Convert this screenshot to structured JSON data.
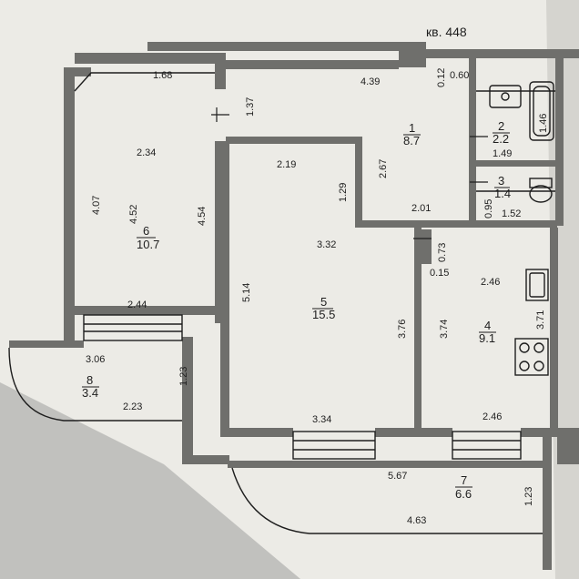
{
  "title": "кв. 448",
  "colors": {
    "paper": "#ecebe6",
    "wall": "#6f6f6c",
    "ink": "#1e1e1e",
    "shadow": "#8e8f8d"
  },
  "rooms": [
    {
      "number": "1",
      "area": "8.7"
    },
    {
      "number": "2",
      "area": "2.2"
    },
    {
      "number": "3",
      "area": "1.4"
    },
    {
      "number": "4",
      "area": "9.1"
    },
    {
      "number": "5",
      "area": "15.5"
    },
    {
      "number": "6",
      "area": "10.7"
    },
    {
      "number": "7",
      "area": "6.6"
    },
    {
      "number": "8",
      "area": "3.4"
    }
  ],
  "dimensions": [
    "1.68",
    "4.39",
    "0.12",
    "0.60",
    "1.37",
    "2.34",
    "4.07",
    "4.52",
    "4.54",
    "1.46",
    "1.49",
    "2.19",
    "1.29",
    "2.67",
    "0.95",
    "1.52",
    "2.01",
    "0.73",
    "3.32",
    "0.15",
    "2.46",
    "5.14",
    "2.44",
    "3.76",
    "3.74",
    "3.71",
    "3.06",
    "1.23",
    "2.23",
    "3.34",
    "2.46",
    "5.67",
    "1.23",
    "4.63"
  ]
}
